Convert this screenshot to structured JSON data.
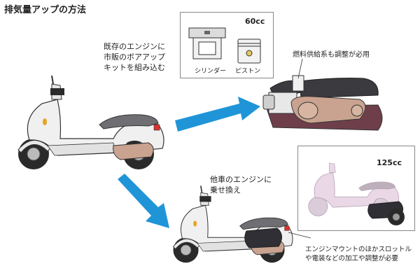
{
  "title": "排気量アップの方法",
  "method1": {
    "desc_line1": "既存のエンジンに",
    "desc_line2": "市販のボアアップ",
    "desc_line3": "キットを組み込む",
    "kit_displacement": "60cc",
    "cylinder_label": "シリンダー",
    "piston_label": "ピストン",
    "fuel_note": "燃料供給系も調整が必用"
  },
  "method2": {
    "desc_line1": "他車のエンジンに",
    "desc_line2": "乗せ換え",
    "donor_displacement": "125cc",
    "note_line1": "エンジンマウントのほかスロットル",
    "note_line2": "や電装などの加工や調整が必要"
  },
  "colors": {
    "arrow": "#1f95d8",
    "scooter_body": "#f0f0f0",
    "seat": "#6e6e73",
    "engine_case": "#c9a38f",
    "frame": "#6e3f4a",
    "donor_scooter": "#e8d4e4"
  }
}
